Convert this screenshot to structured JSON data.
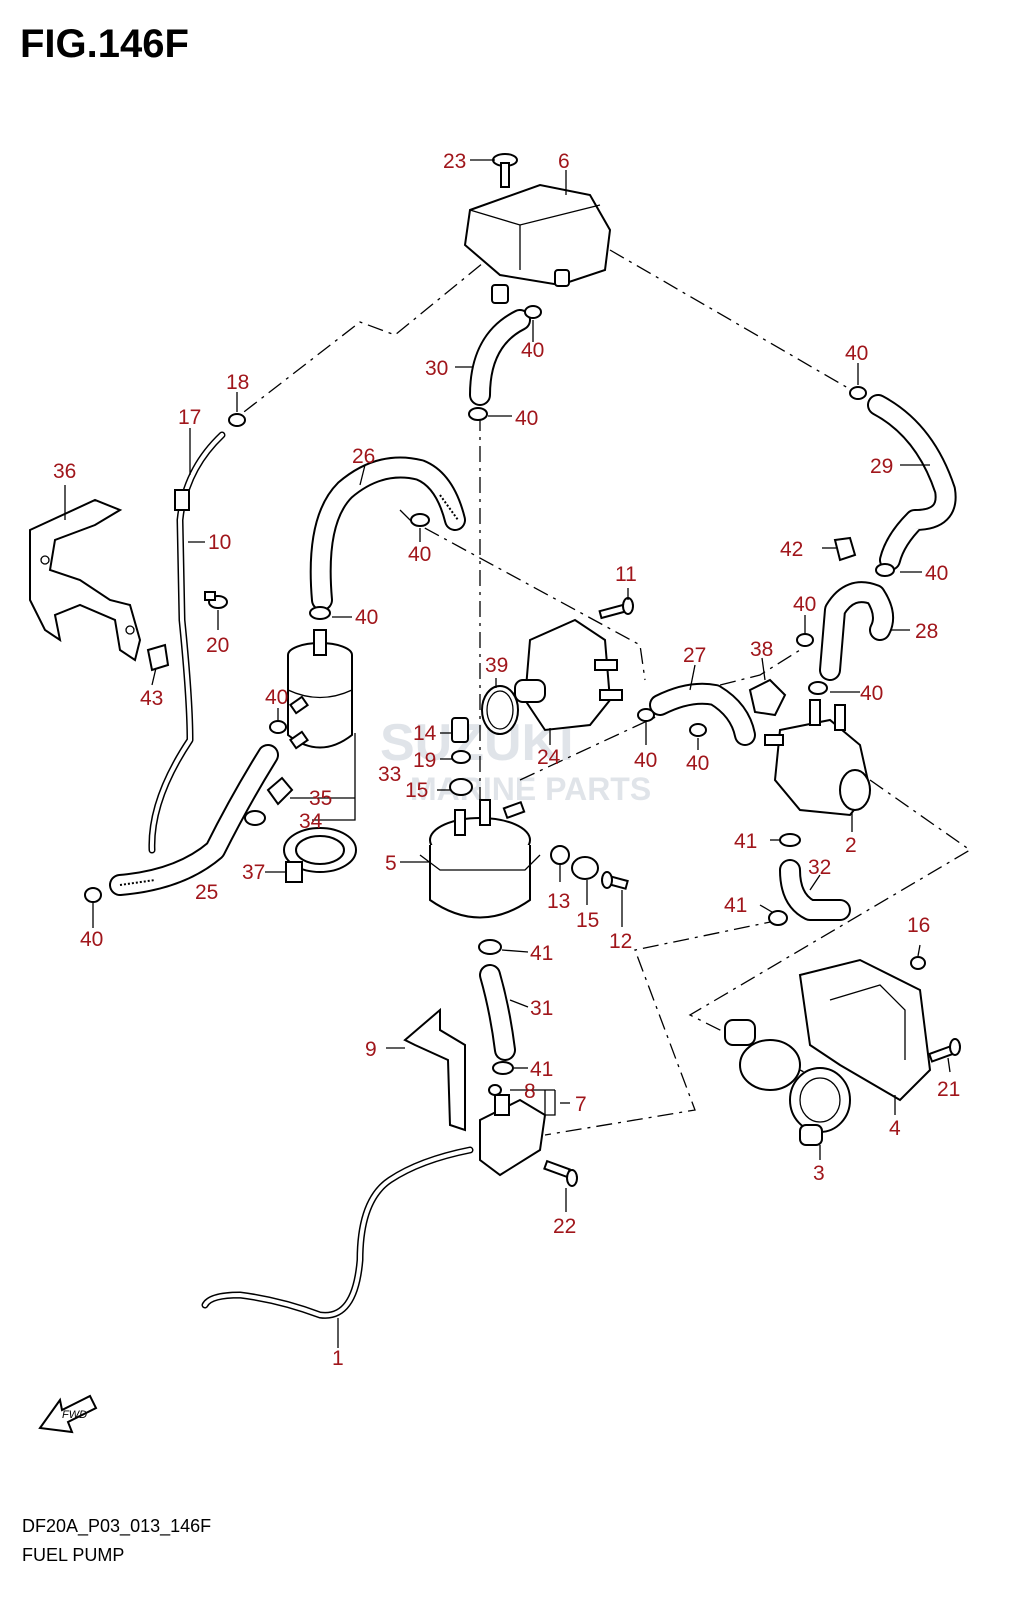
{
  "figure": {
    "title": "FIG.146F",
    "code": "DF20A_P03_013_146F",
    "name": "FUEL PUMP",
    "fwd_label": "FWD"
  },
  "watermark": {
    "brand": "SUZUKI",
    "subtitle": "MARINE PARTS"
  },
  "colors": {
    "callout": "#a0161b",
    "line": "#000000",
    "watermark": "#c8cfd8"
  },
  "callouts": {
    "c1": "1",
    "c2": "2",
    "c3": "3",
    "c4": "4",
    "c5": "5",
    "c6": "6",
    "c7": "7",
    "c8": "8",
    "c9": "9",
    "c10": "10",
    "c11": "11",
    "c12": "12",
    "c13": "13",
    "c14": "14",
    "c15a": "15",
    "c15b": "15",
    "c16": "16",
    "c17": "17",
    "c18": "18",
    "c19": "19",
    "c20": "20",
    "c21": "21",
    "c22": "22",
    "c23": "23",
    "c24": "24",
    "c25": "25",
    "c26": "26",
    "c27": "27",
    "c28": "28",
    "c29": "29",
    "c30": "30",
    "c31": "31",
    "c32": "32",
    "c33": "33",
    "c34": "34",
    "c35": "35",
    "c36": "36",
    "c37": "37",
    "c38": "38",
    "c39": "39",
    "c40a": "40",
    "c40b": "40",
    "c40c": "40",
    "c40d": "40",
    "c40e": "40",
    "c40f": "40",
    "c40g": "40",
    "c40h": "40",
    "c40i": "40",
    "c40j": "40",
    "c40k": "40",
    "c40l": "40",
    "c41a": "41",
    "c41b": "41",
    "c41c": "41",
    "c41d": "41",
    "c42": "42",
    "c43": "43"
  }
}
